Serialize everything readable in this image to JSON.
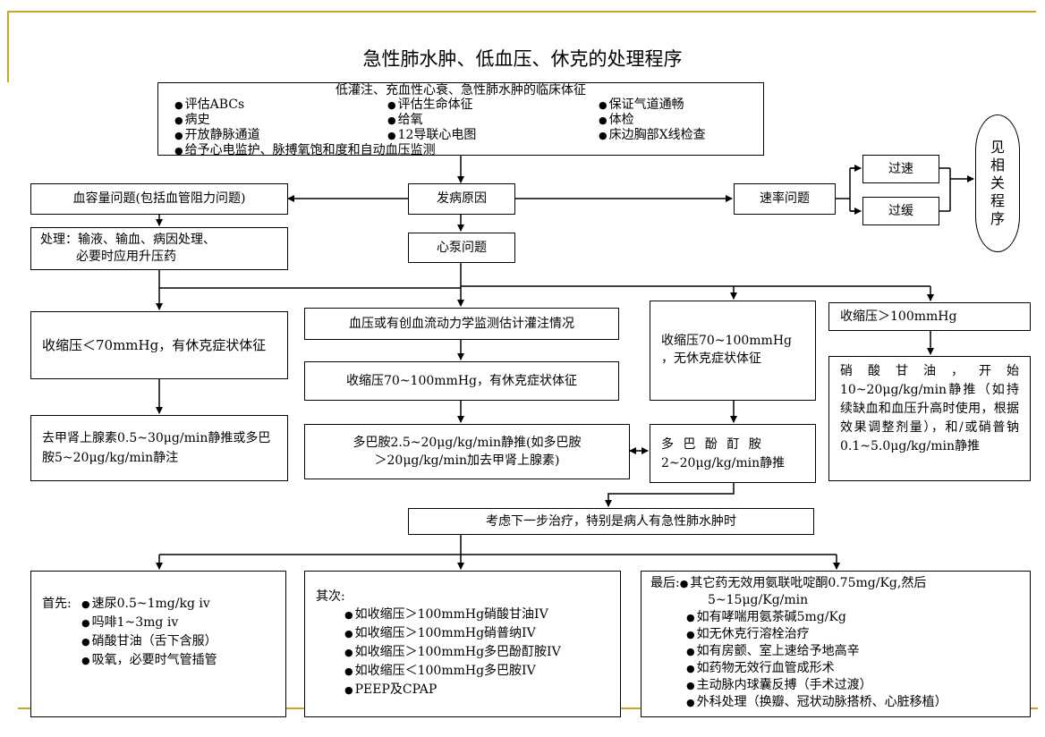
{
  "title": "急性肺水肿、低血压、休克的处理程序",
  "assess": {
    "header": "低灌注、充血性心衰、急性肺水肿的临床体征",
    "col1": [
      "评估ABCs",
      "病史",
      "开放静脉通道"
    ],
    "col2": [
      "评估生命体征",
      "给氧",
      "12导联心电图"
    ],
    "col3": [
      "保证气道通畅",
      "体检",
      "床边胸部X线检查"
    ],
    "last": "给予心电监护、脉搏氧饱和度和自动血压监测"
  },
  "cause": "发病原因",
  "volume": "血容量问题(包括血管阻力问题)",
  "volume_treat_1": "处理：输液、输血、病因处理、",
  "volume_treat_2": "必要时应用升压药",
  "rate": "速率问题",
  "fast": "过速",
  "slow": "过缓",
  "see_other": [
    "见",
    "相",
    "关",
    "程",
    "序"
  ],
  "pump": "心泵问题",
  "sbp_lt70": "收缩压＜70mmHg，有休克症状体征",
  "norepi": "去甲肾上腺素0.5~30μg/min静推或多巴胺5~20μg/kg/min静注",
  "bp_monitor": "血压或有创血流动力学监测估计灌注情况",
  "sbp_70_100_shock": "收缩压70~100mmHg，有休克症状体征",
  "dopamine_high_1": "多巴胺2.5~20μg/kg/min静推(如多巴胺",
  "dopamine_high_2": "＞20μg/kg/min加去甲肾上腺素)",
  "sbp_70_100_noshock_1": "收缩压70~100mmHg",
  "sbp_70_100_noshock_2": "，无休克症状体征",
  "dobutamine_1": "多 巴 酚 酊 胺",
  "dobutamine_2": "2~20μg/kg/min静推",
  "sbp_gt100": "收缩压＞100mmHg",
  "ntg": "硝酸甘油，开始10~20μg/kg/min静推（如持续缺血和血压升高时使用，根据效果调整剂量），和/或硝普钠",
  "ntg_last": "0.1~5.0μg/kg/min静推",
  "next_step": "考虑下一步治疗，特别是病人有急性肺水肿时",
  "first": {
    "label": "首先:",
    "items": [
      "速尿0.5~1mg/kg  iv",
      "吗啡1~3mg  iv",
      "硝酸甘油（舌下含服）",
      "吸氧，必要时气管插管"
    ]
  },
  "second": {
    "label": "其次:",
    "items": [
      "如收缩压＞100mmHg硝酸甘油IV",
      "如收缩压＞100mmHg硝普纳IV",
      "如收缩压＞100mmHg多巴酚酊胺IV",
      "如收缩压＜100mmHg多巴胺IV",
      "PEEP及CPAP"
    ]
  },
  "last": {
    "label": "最后:",
    "item1": "其它药无效用氨联吡啶酮0.75mg/Kg,然后",
    "item1_cont": "5~15μg/Kg/min",
    "items": [
      "如有哮喘用氨茶碱5mg/Kg",
      "如无休克行溶栓治疗",
      "如有房颤、室上速给予地高辛",
      "如药物无效行血管成形术",
      "主动脉内球囊反搏（手术过渡）",
      "外科处理（换瓣、冠状动脉搭桥、心脏移植）"
    ]
  },
  "colors": {
    "accent_line": "#c9a227"
  }
}
